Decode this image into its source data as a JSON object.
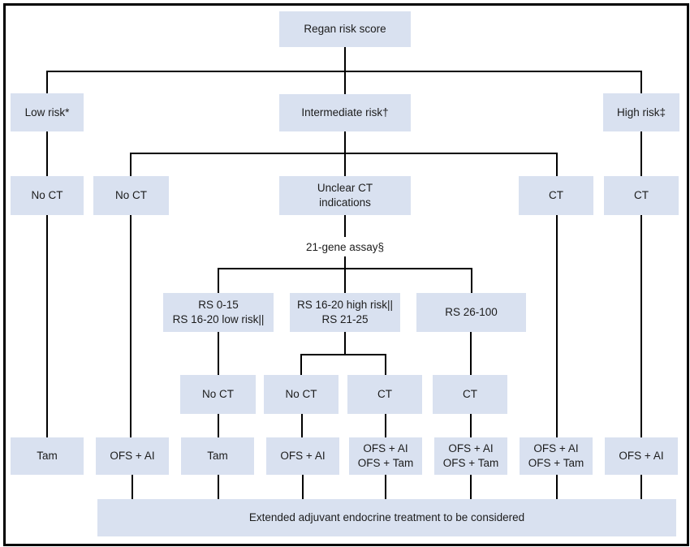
{
  "theme": {
    "box_fill": "#d9e1f0",
    "line_color": "#000000",
    "text_color": "#1c1c1c",
    "background": "#ffffff"
  },
  "diagram_type": "clinical decision flowchart",
  "nodes": {
    "regan": "Regan risk score",
    "low_risk": "Low risk*",
    "intermediate_risk": "Intermediate risk†",
    "high_risk": "High risk‡",
    "no_ct_low": "No CT",
    "no_ct_int": "No CT",
    "unclear_ct": "Unclear CT\nindications",
    "ct_int": "CT",
    "ct_high": "CT",
    "gene_assay": "21-gene assay§",
    "rs_0_15": "RS 0-15\nRS 16-20 low risk||",
    "rs_16_25": "RS 16-20 high risk||\nRS 21-25",
    "rs_26_100": "RS 26-100",
    "no_ct_rs1": "No CT",
    "no_ct_rs2": "No CT",
    "ct_rs2": "CT",
    "ct_rs3": "CT",
    "tam_low": "Tam",
    "ofs_ai_int": "OFS + AI",
    "tam_rs1": "Tam",
    "ofs_ai_rs2": "OFS + AI",
    "ofs_combo_rs2": "OFS + AI\nOFS + Tam",
    "ofs_combo_rs3": "OFS + AI\nOFS + Tam",
    "ofs_combo_ct": "OFS + AI\nOFS + Tam",
    "ofs_ai_high": "OFS + AI",
    "extended": "Extended adjuvant endocrine treatment to be considered"
  }
}
